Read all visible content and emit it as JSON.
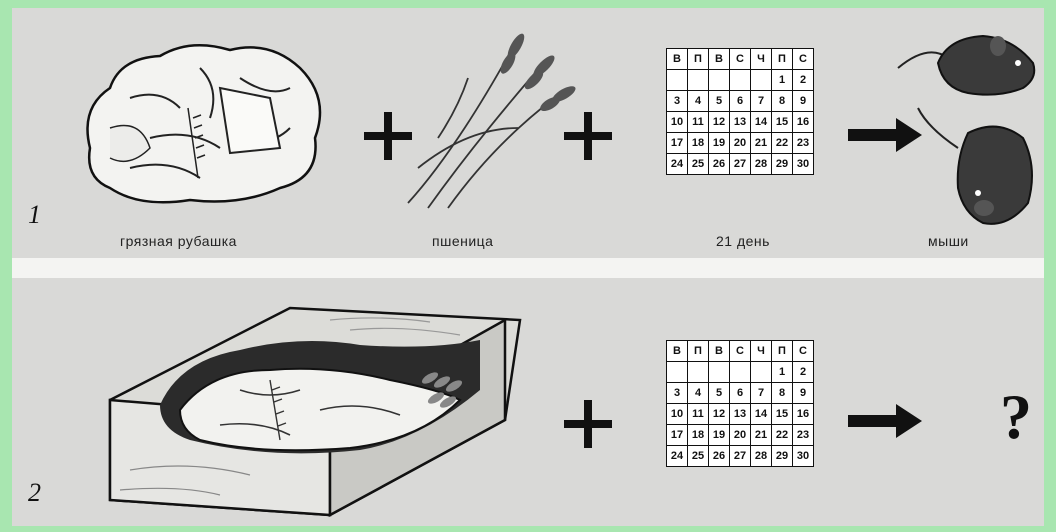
{
  "row1": {
    "number": "1",
    "captions": [
      "грязная рубашка",
      "пшеница",
      "21 день",
      "мыши"
    ]
  },
  "row2": {
    "number": "2",
    "result": "?"
  },
  "calendar": {
    "weekdays": [
      "В",
      "П",
      "В",
      "С",
      "Ч",
      "П",
      "С"
    ],
    "weeks": [
      [
        "",
        "",
        "",
        "",
        "",
        "1",
        "2"
      ],
      [
        "3",
        "4",
        "5",
        "6",
        "7",
        "8",
        "9"
      ],
      [
        "10",
        "11",
        "12",
        "13",
        "14",
        "15",
        "16"
      ],
      [
        "17",
        "18",
        "19",
        "20",
        "21",
        "22",
        "23"
      ],
      [
        "24",
        "25",
        "26",
        "27",
        "28",
        "29",
        "30"
      ]
    ]
  },
  "icons": {
    "shirt": "crumpled-shirt-illustration",
    "wheat": "wheat-stalks-illustration",
    "mice": "mice-illustration",
    "box": "open-box-with-shirt-illustration"
  }
}
